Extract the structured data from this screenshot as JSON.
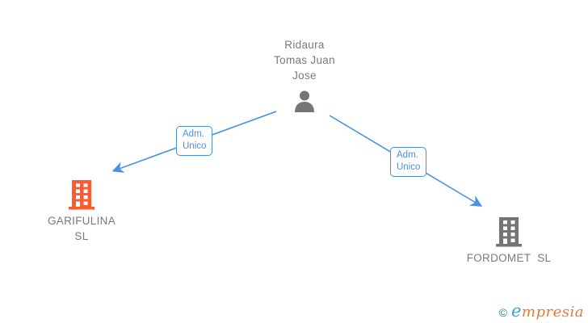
{
  "diagram": {
    "person": {
      "name": "Ridaura\nTomas Juan\nJose",
      "icon": "person-icon"
    },
    "edges": [
      {
        "label": "Adm.\nUnico",
        "from": "Ridaura Tomas Juan Jose",
        "to": "GARIFULINA SL"
      },
      {
        "label": "Adm.\nUnico",
        "from": "Ridaura Tomas Juan Jose",
        "to": "FORDOMET SL"
      }
    ],
    "companies": [
      {
        "name": "GARIFULINA\nSL",
        "icon": "building-icon",
        "icon_color": "#ff5a30"
      },
      {
        "name": "FORDOMET  SL",
        "icon": "building-icon",
        "icon_color": "#757575"
      }
    ]
  },
  "footer": {
    "copyright": "©",
    "brand_first": "e",
    "brand_rest": "mpresia"
  },
  "colors": {
    "edge_blue": "#4a90e2",
    "text_gray": "#7a7a7a",
    "icon_gray": "#757575",
    "building_orange": "#ff5a30",
    "building_gray": "#757575",
    "logo_teal": "#2e7f8f",
    "logo_blue": "#33a3dd",
    "logo_orange": "#f0782d"
  }
}
